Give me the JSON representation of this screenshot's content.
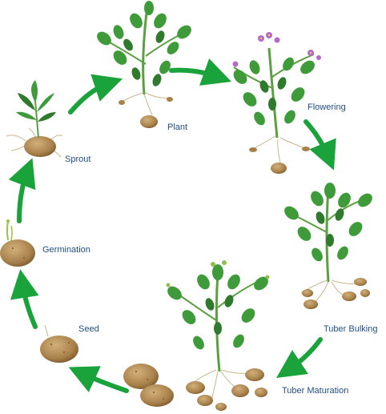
{
  "stages": [
    {
      "label": "Plant"
    },
    {
      "label": "Flowering"
    },
    {
      "label": "Tuber Bulking"
    },
    {
      "label": "Tuber Maturation"
    },
    {
      "label": "Seed"
    },
    {
      "label": "Germination"
    },
    {
      "label": "Sprout"
    }
  ],
  "colors": {
    "arrow": "#1aa33b",
    "leaf": "#3f9b3a",
    "leaf_dark": "#2f7a2c",
    "stem": "#5aa040",
    "tuber": "#b08a52",
    "tuber_shade": "#8a6a3a",
    "flower": "#b46ac8",
    "label": "#1f4f86"
  }
}
